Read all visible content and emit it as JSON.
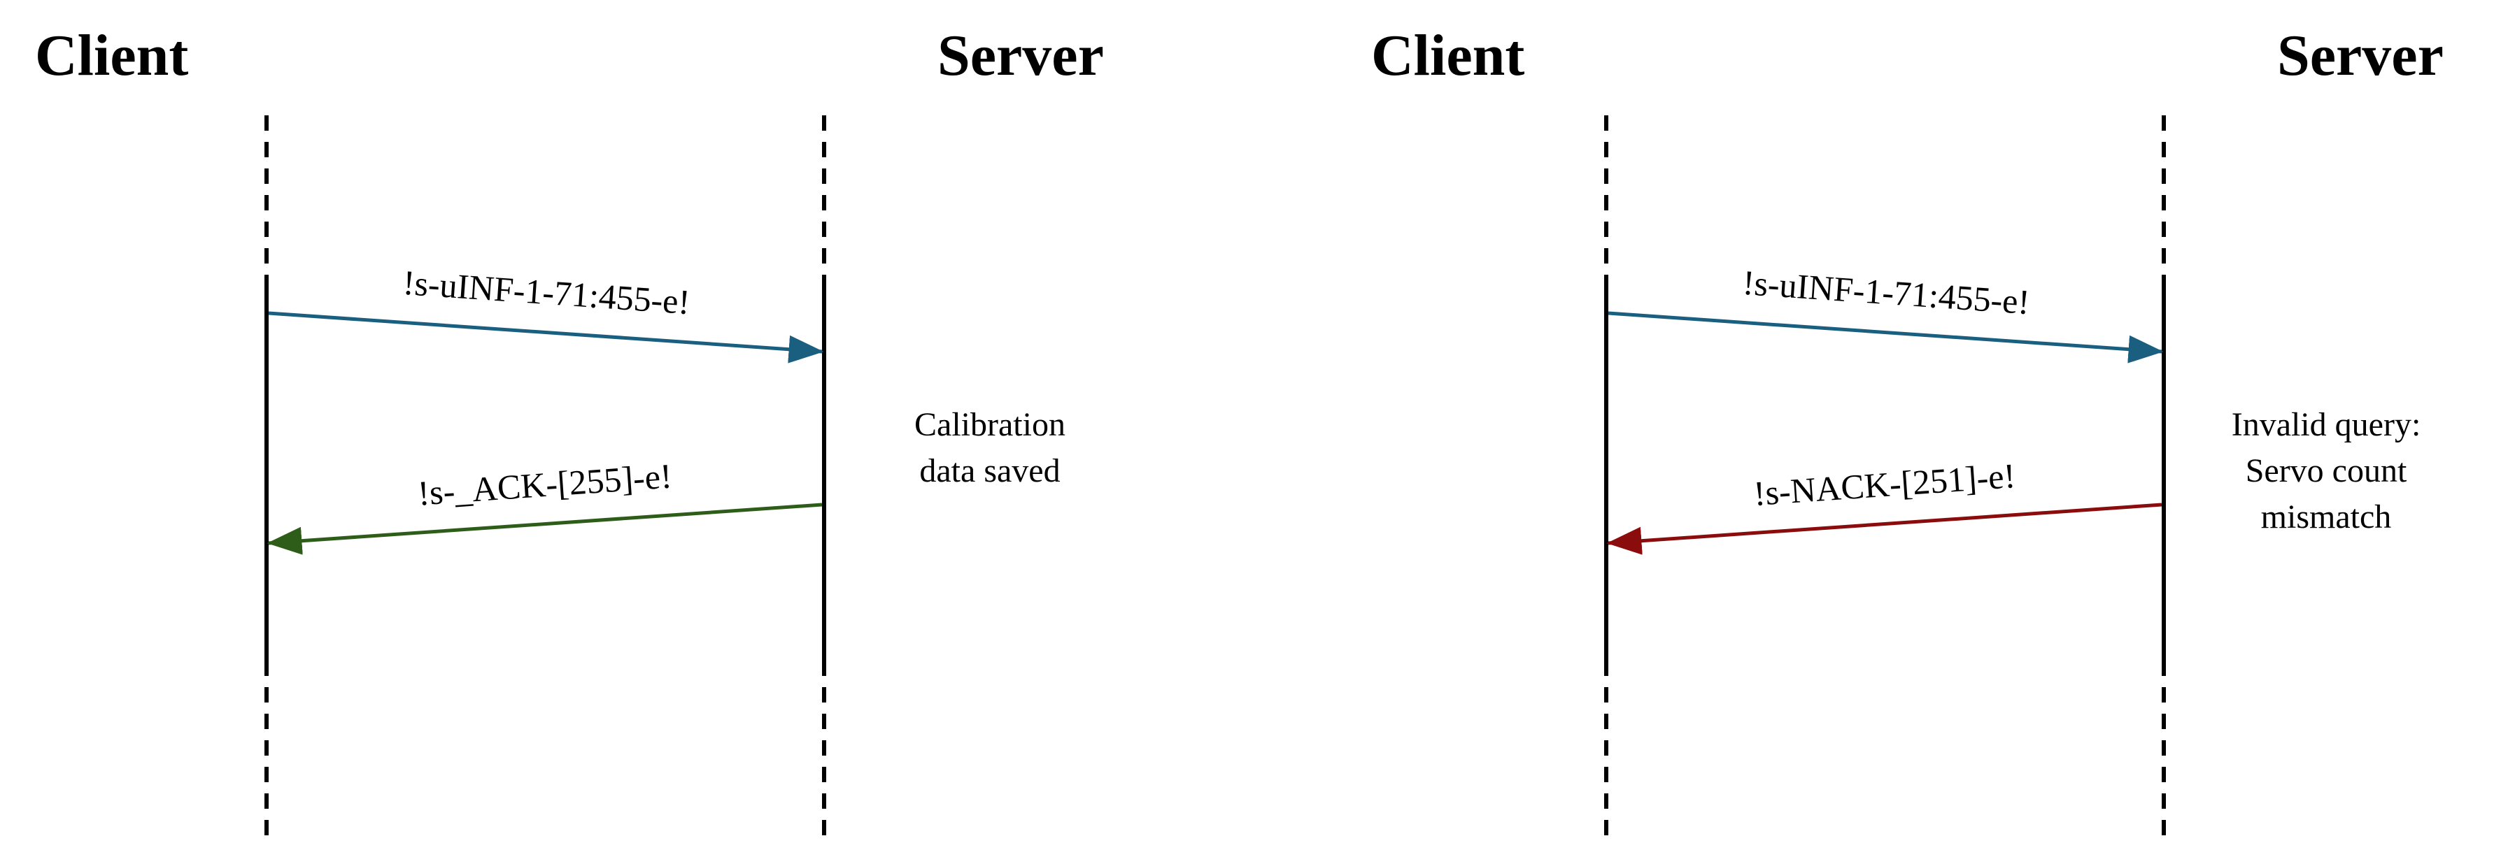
{
  "colors": {
    "request_arrow": "#1a5e80",
    "ack_arrow": "#2e5d1a",
    "nack_arrow": "#8b0c0c",
    "lifeline": "#000000"
  },
  "panels": [
    {
      "client_label": "Client",
      "server_label": "Server",
      "request_message": "!s-uINF-1-71:455-e!",
      "response_message": "!s-_ACK-[255]-e!",
      "server_note": [
        "Calibration",
        "data saved"
      ]
    },
    {
      "client_label": "Client",
      "server_label": "Server",
      "request_message": "!s-uINF-1-71:455-e!",
      "response_message": "!s-NACK-[251]-e!",
      "server_note": [
        "Invalid query:",
        "Servo count",
        "mismatch"
      ]
    }
  ]
}
